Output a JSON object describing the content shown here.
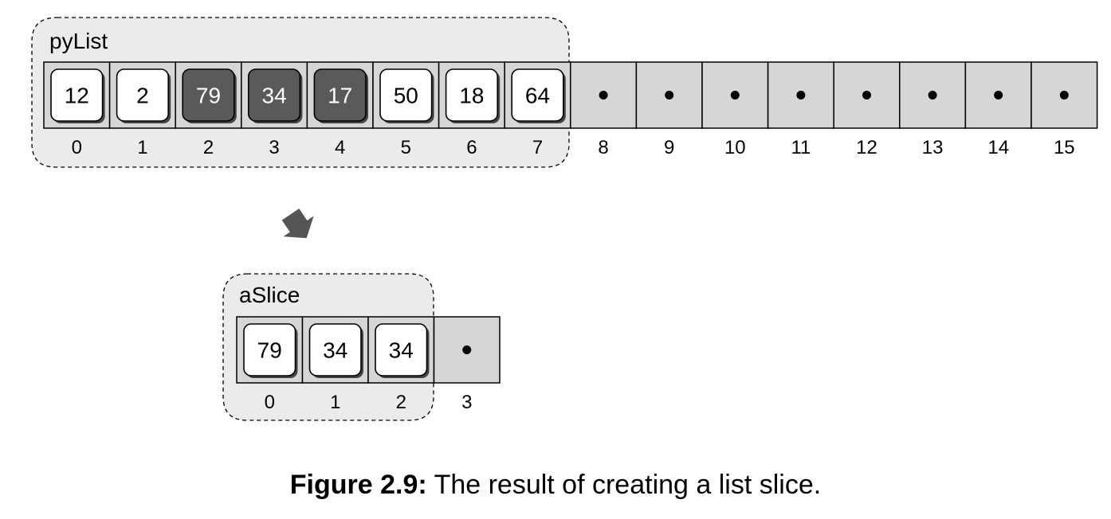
{
  "pyList": {
    "name": "pyList",
    "cells": [
      {
        "value": "12",
        "highlighted": false
      },
      {
        "value": "2",
        "highlighted": false
      },
      {
        "value": "79",
        "highlighted": true
      },
      {
        "value": "34",
        "highlighted": true
      },
      {
        "value": "17",
        "highlighted": true
      },
      {
        "value": "50",
        "highlighted": false
      },
      {
        "value": "18",
        "highlighted": false
      },
      {
        "value": "64",
        "highlighted": false
      },
      {
        "value": null
      },
      {
        "value": null
      },
      {
        "value": null
      },
      {
        "value": null
      },
      {
        "value": null
      },
      {
        "value": null
      },
      {
        "value": null
      },
      {
        "value": null
      }
    ],
    "indices": [
      "0",
      "1",
      "2",
      "3",
      "4",
      "5",
      "6",
      "7",
      "8",
      "9",
      "10",
      "11",
      "12",
      "13",
      "14",
      "15"
    ]
  },
  "aSlice": {
    "name": "aSlice",
    "cells": [
      {
        "value": "79",
        "highlighted": false
      },
      {
        "value": "34",
        "highlighted": false
      },
      {
        "value": "34",
        "highlighted": false
      },
      {
        "value": null
      }
    ],
    "indices": [
      "0",
      "1",
      "2",
      "3"
    ]
  },
  "caption": {
    "label": "Figure 2.9:",
    "text": "The result of creating a list slice."
  },
  "colors": {
    "cell_background": "#d6d6d6",
    "box_fill": "#ffffff",
    "box_highlight": "#5a5a5a",
    "group_fill": "#ebebeb",
    "arrow": "#555555"
  }
}
